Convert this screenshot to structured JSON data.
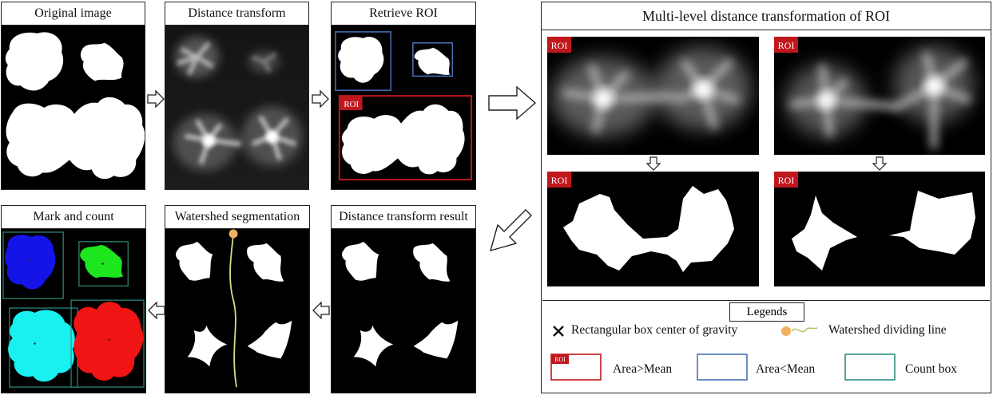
{
  "panels": {
    "original": {
      "title": "Original image"
    },
    "distance": {
      "title": "Distance transform"
    },
    "retrieve": {
      "title": "Retrieve ROI",
      "roi_tag": "ROI"
    },
    "mark": {
      "title": "Mark and count"
    },
    "watershed": {
      "title": "Watershed segmentation"
    },
    "result": {
      "title": "Distance transform result"
    }
  },
  "right": {
    "title": "Multi-level distance transformation of ROI",
    "roi_tag": "ROI"
  },
  "legend": {
    "title": "Legends",
    "cross_label": "Rectangular box center of gravity",
    "watershed_label": "Watershed dividing line",
    "area_gt_label": "Area>Mean",
    "area_lt_label": "Area<Mean",
    "count_label": "Count box",
    "roi_tag": "ROI"
  },
  "colors": {
    "roi_red": "#c0171d",
    "roi_blue": "#4a72b8",
    "count_teal": "#2f8f80",
    "blob_blue": "#1414e6",
    "blob_green": "#1ee61e",
    "blob_cyan": "#19f0f0",
    "blob_red": "#f01414",
    "watershed_line": "#d8e08a",
    "watershed_dot": "#f0b060"
  }
}
